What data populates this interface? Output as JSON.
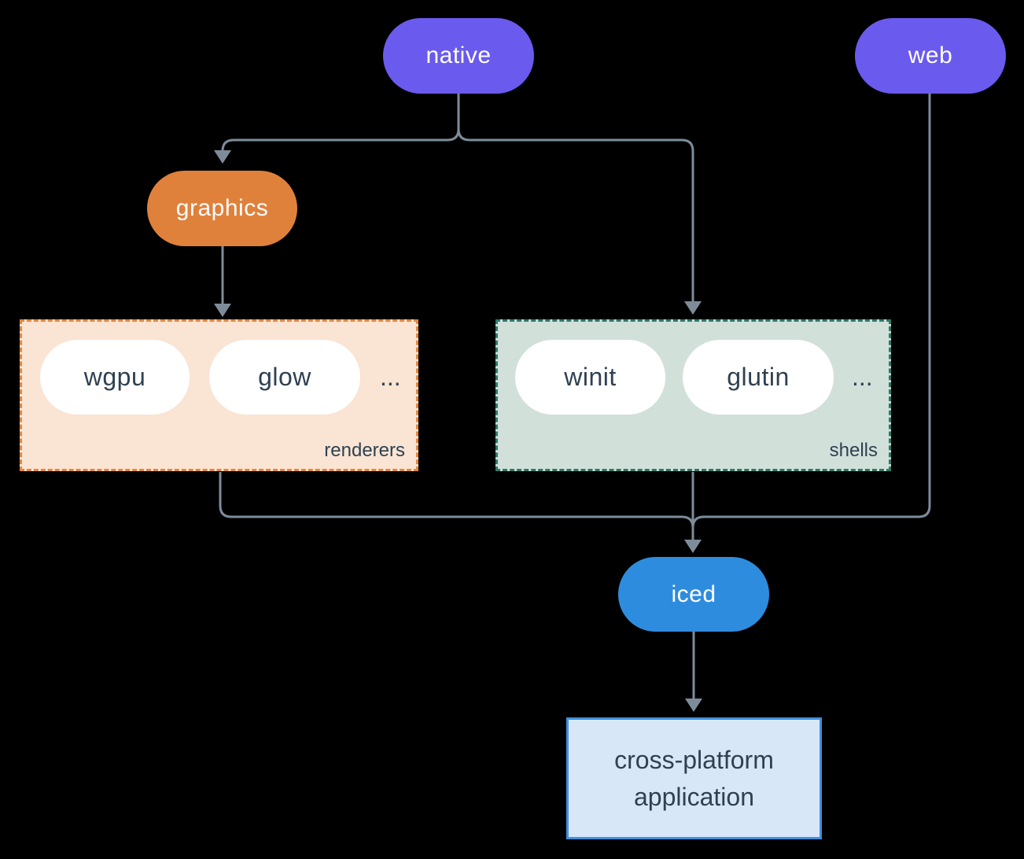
{
  "colors": {
    "bg": "#000000",
    "purple": "#6A5AEE",
    "orange": "#E0813B",
    "blue": "#2E8CDE",
    "line": "#7E8C9A",
    "text_dark": "#2F4151",
    "pill_white": "#FFFFFF",
    "renderers_fill": "#FAE4D3",
    "renderers_border": "#E2873C",
    "shells_fill": "#D2E0DA",
    "shells_border": "#2E7968",
    "app_fill": "#D8E7F8",
    "app_border": "#4090DC"
  },
  "nodes": {
    "native": {
      "label": "native"
    },
    "web": {
      "label": "web"
    },
    "graphics": {
      "label": "graphics"
    },
    "iced": {
      "label": "iced"
    },
    "app": {
      "line1": "cross-platform",
      "line2": "application"
    }
  },
  "groups": {
    "renderers": {
      "label": "renderers",
      "items": [
        {
          "label": "wgpu"
        },
        {
          "label": "glow"
        }
      ],
      "ellipsis": "..."
    },
    "shells": {
      "label": "shells",
      "items": [
        {
          "label": "winit"
        },
        {
          "label": "glutin"
        }
      ],
      "ellipsis": "..."
    }
  }
}
